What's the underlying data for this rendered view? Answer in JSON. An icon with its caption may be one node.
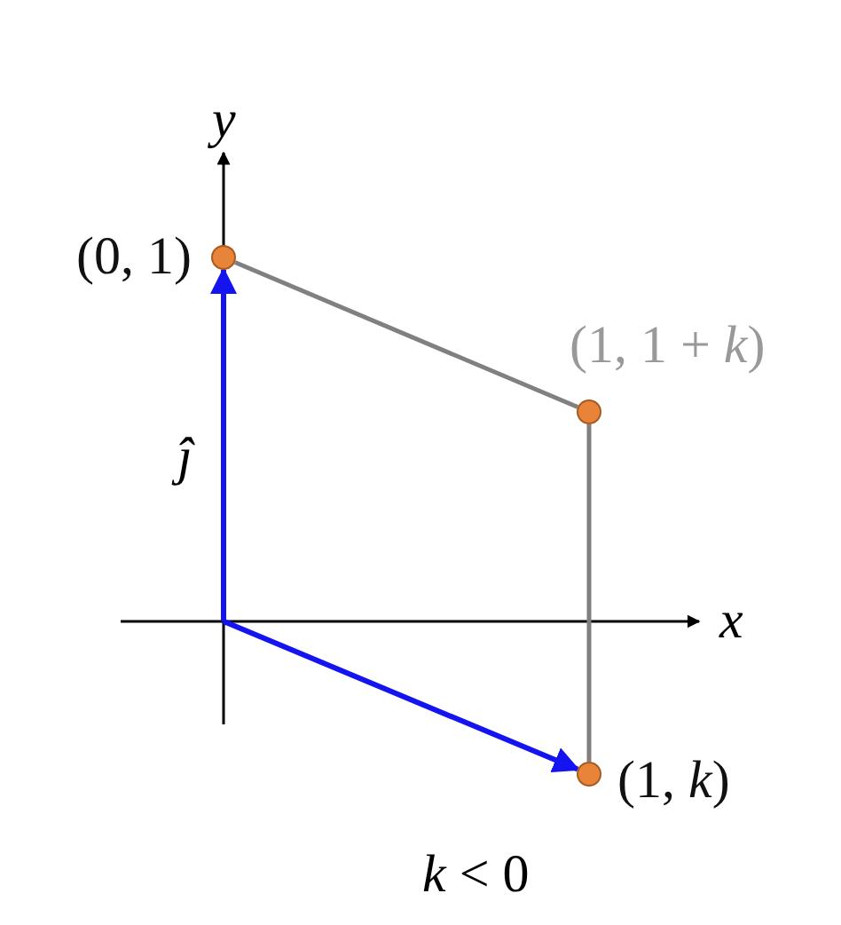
{
  "diagram": {
    "nodes": [
      {
        "text": [],
        "shape": "circle",
        "beside": [
          "(0, 1)"
        ]
      },
      {
        "text": [],
        "shape": "circle",
        "beside": [
          "(1, 1 + *k*)"
        ]
      },
      {
        "text": [],
        "shape": "circle",
        "beside": [
          "(1, *k*)"
        ]
      }
    ],
    "edges": [
      {
        "from": null,
        "to": 0,
        "arrow": "to",
        "label": "ĵ",
        "color": "#1414f0"
      },
      {
        "from": 0,
        "to": 1,
        "arrow": "none",
        "color": "#808080"
      },
      {
        "from": 1,
        "to": 2,
        "arrow": "none",
        "color": "#808080"
      },
      {
        "from": null,
        "to": 2,
        "arrow": "to",
        "color": "#1414f0"
      }
    ],
    "labels": [
      "y",
      "x",
      "*k* < 0"
    ]
  }
}
